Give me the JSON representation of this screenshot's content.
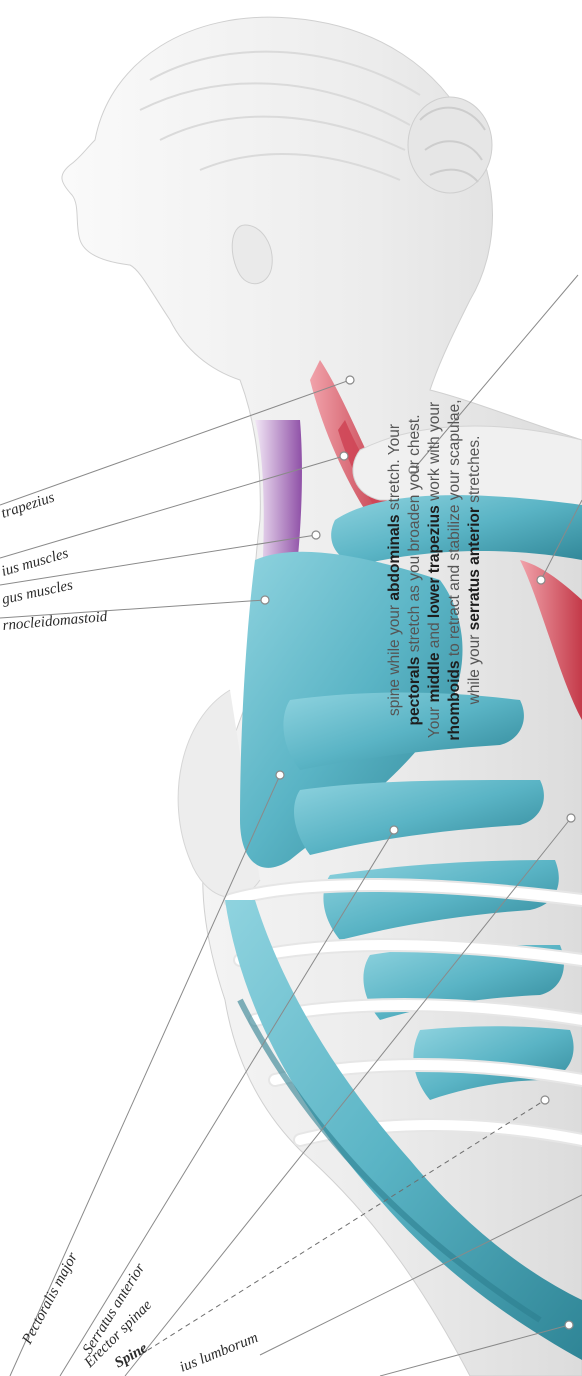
{
  "labels": {
    "trapezius": "trapezius",
    "scalenes": "ius muscles",
    "vagus": "gus muscles",
    "scm": "rnocleidomastoid",
    "pectoralis_major": "Pectoralis major",
    "serratus_anterior": "Serratus anterior",
    "erector_spinae": "Erector spinae",
    "spine": "Spine",
    "quadratus": "ius lumborum"
  },
  "caption": {
    "line1_a": "spine while your ",
    "line1_b": "abdominals",
    "line1_c": " stretch. Your",
    "line2_a": "pectorals",
    "line2_b": " stretch as you broaden your chest.",
    "line3_a": "Your ",
    "line3_b": "middle",
    "line3_c": " and ",
    "line3_d": "lower trapezius",
    "line3_e": " work with your",
    "line4_a": "rhomboids",
    "line4_b": " to retract and stabilize your scapulae,",
    "line5_a": "while your ",
    "line5_b": "serratus anterior",
    "line5_c": " stretches."
  },
  "colors": {
    "skin": "#ededed",
    "muscle_blue": "#5fb7c7",
    "muscle_red": "#d9505e",
    "muscle_purple": "#9a5bb0",
    "bone": "#f4f4f4"
  }
}
